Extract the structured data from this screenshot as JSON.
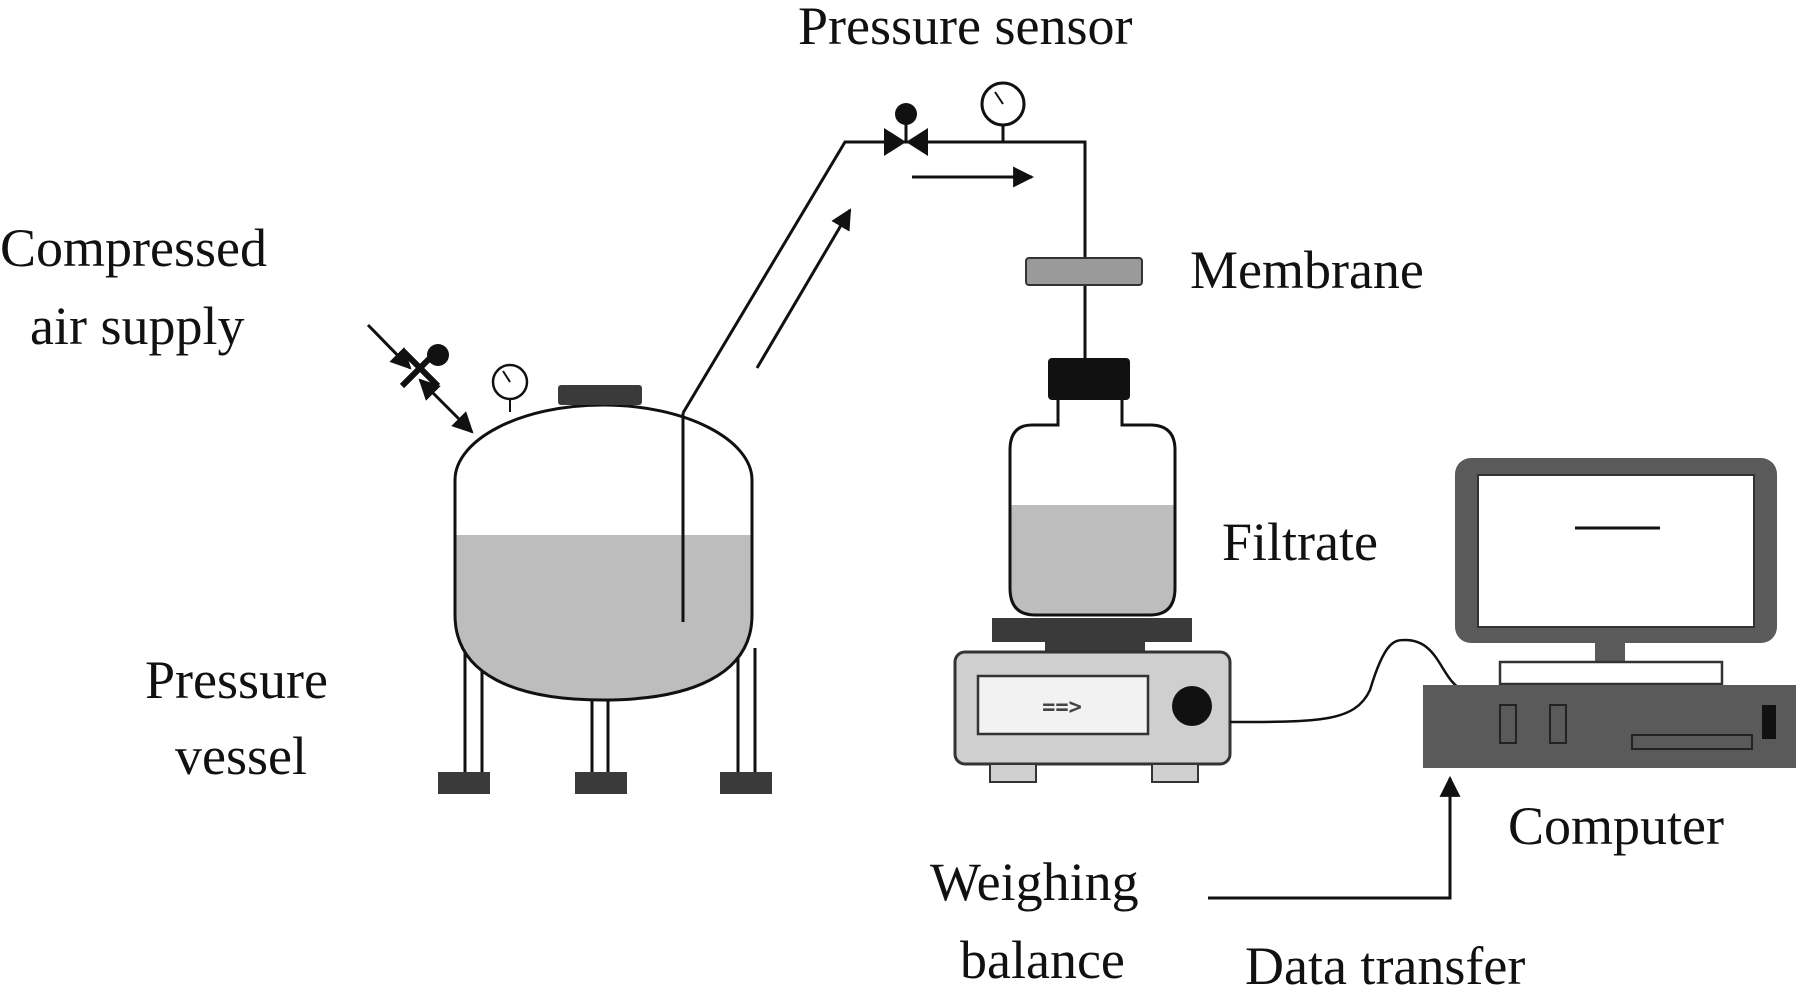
{
  "labels": {
    "pressure_sensor": "Pressure sensor",
    "compressed_air_line1": "Compressed",
    "compressed_air_line2": "air supply",
    "membrane": "Membrane",
    "filtrate": "Filtrate",
    "pressure_vessel_line1": "Pressure",
    "pressure_vessel_line2": "vessel",
    "computer": "Computer",
    "weighing_balance_line1": "Weighing",
    "weighing_balance_line2": "balance",
    "data_transfer": "Data transfer"
  },
  "colors": {
    "line": "#111111",
    "liquid": "#bdbdbd",
    "dark_part": "#3a3a3a",
    "balance_body": "#cfcfcf",
    "membrane": "#9a9a9a",
    "monitor_frame": "#5a5a5a"
  },
  "balance_display": "==>"
}
